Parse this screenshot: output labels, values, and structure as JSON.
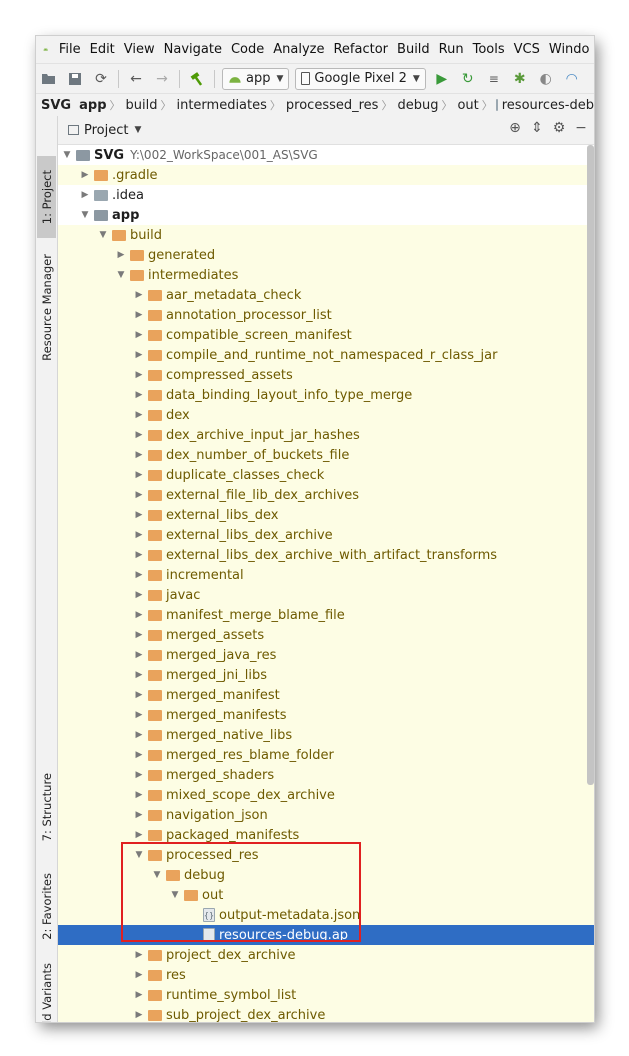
{
  "menu": [
    "File",
    "Edit",
    "View",
    "Navigate",
    "Code",
    "Analyze",
    "Refactor",
    "Build",
    "Run",
    "Tools",
    "VCS",
    "Windo"
  ],
  "toolbar": {
    "run_config": "app",
    "device": "Google Pixel 2",
    "icons": [
      "open-icon",
      "save-icon",
      "sync-icon",
      "back-icon",
      "forward-icon",
      "build-hammer-icon",
      "run-icon",
      "apply-changes-icon",
      "apply-code-changes-icon",
      "debug-icon",
      "attach-debugger-icon",
      "profile-icon"
    ]
  },
  "breadcrumb": [
    "SVG",
    "app",
    "build",
    "intermediates",
    "processed_res",
    "debug",
    "out",
    "resources-debug.ap_"
  ],
  "tool_windows": {
    "project": "1: Project",
    "resource_manager": "Resource Manager",
    "structure": "7: Structure",
    "favorites": "2: Favorites",
    "build_variants": "Build Variants"
  },
  "panel": {
    "title": "Project"
  },
  "tree": [
    {
      "name": "SVG",
      "path": "Y:\\002_WorkSpace\\001_AS\\SVG",
      "depth": 0,
      "state": "open",
      "icon": "module",
      "bg": "white",
      "bold": true
    },
    {
      "name": ".gradle",
      "depth": 1,
      "state": "closed",
      "icon": "folder-orange",
      "bg": "yellow"
    },
    {
      "name": ".idea",
      "depth": 1,
      "state": "closed",
      "icon": "folder-grey",
      "bg": "white"
    },
    {
      "name": "app",
      "depth": 1,
      "state": "open",
      "icon": "module",
      "bg": "white",
      "bold": true
    },
    {
      "name": "build",
      "depth": 2,
      "state": "open",
      "icon": "folder-orange",
      "bg": "yellow"
    },
    {
      "name": "generated",
      "depth": 3,
      "state": "closed",
      "icon": "folder-orange",
      "bg": "yellow"
    },
    {
      "name": "intermediates",
      "depth": 3,
      "state": "open",
      "icon": "folder-orange",
      "bg": "yellow"
    },
    {
      "name": "aar_metadata_check",
      "depth": 4,
      "state": "closed",
      "icon": "folder-orange",
      "bg": "yellow"
    },
    {
      "name": "annotation_processor_list",
      "depth": 4,
      "state": "closed",
      "icon": "folder-orange",
      "bg": "yellow"
    },
    {
      "name": "compatible_screen_manifest",
      "depth": 4,
      "state": "closed",
      "icon": "folder-orange",
      "bg": "yellow"
    },
    {
      "name": "compile_and_runtime_not_namespaced_r_class_jar",
      "depth": 4,
      "state": "closed",
      "icon": "folder-orange",
      "bg": "yellow"
    },
    {
      "name": "compressed_assets",
      "depth": 4,
      "state": "closed",
      "icon": "folder-orange",
      "bg": "yellow"
    },
    {
      "name": "data_binding_layout_info_type_merge",
      "depth": 4,
      "state": "closed",
      "icon": "folder-orange",
      "bg": "yellow"
    },
    {
      "name": "dex",
      "depth": 4,
      "state": "closed",
      "icon": "folder-orange",
      "bg": "yellow"
    },
    {
      "name": "dex_archive_input_jar_hashes",
      "depth": 4,
      "state": "closed",
      "icon": "folder-orange",
      "bg": "yellow"
    },
    {
      "name": "dex_number_of_buckets_file",
      "depth": 4,
      "state": "closed",
      "icon": "folder-orange",
      "bg": "yellow"
    },
    {
      "name": "duplicate_classes_check",
      "depth": 4,
      "state": "closed",
      "icon": "folder-orange",
      "bg": "yellow"
    },
    {
      "name": "external_file_lib_dex_archives",
      "depth": 4,
      "state": "closed",
      "icon": "folder-orange",
      "bg": "yellow"
    },
    {
      "name": "external_libs_dex",
      "depth": 4,
      "state": "closed",
      "icon": "folder-orange",
      "bg": "yellow"
    },
    {
      "name": "external_libs_dex_archive",
      "depth": 4,
      "state": "closed",
      "icon": "folder-orange",
      "bg": "yellow"
    },
    {
      "name": "external_libs_dex_archive_with_artifact_transforms",
      "depth": 4,
      "state": "closed",
      "icon": "folder-orange",
      "bg": "yellow"
    },
    {
      "name": "incremental",
      "depth": 4,
      "state": "closed",
      "icon": "folder-orange",
      "bg": "yellow"
    },
    {
      "name": "javac",
      "depth": 4,
      "state": "closed",
      "icon": "folder-orange",
      "bg": "yellow"
    },
    {
      "name": "manifest_merge_blame_file",
      "depth": 4,
      "state": "closed",
      "icon": "folder-orange",
      "bg": "yellow"
    },
    {
      "name": "merged_assets",
      "depth": 4,
      "state": "closed",
      "icon": "folder-orange",
      "bg": "yellow"
    },
    {
      "name": "merged_java_res",
      "depth": 4,
      "state": "closed",
      "icon": "folder-orange",
      "bg": "yellow"
    },
    {
      "name": "merged_jni_libs",
      "depth": 4,
      "state": "closed",
      "icon": "folder-orange",
      "bg": "yellow"
    },
    {
      "name": "merged_manifest",
      "depth": 4,
      "state": "closed",
      "icon": "folder-orange",
      "bg": "yellow"
    },
    {
      "name": "merged_manifests",
      "depth": 4,
      "state": "closed",
      "icon": "folder-orange",
      "bg": "yellow"
    },
    {
      "name": "merged_native_libs",
      "depth": 4,
      "state": "closed",
      "icon": "folder-orange",
      "bg": "yellow"
    },
    {
      "name": "merged_res_blame_folder",
      "depth": 4,
      "state": "closed",
      "icon": "folder-orange",
      "bg": "yellow"
    },
    {
      "name": "merged_shaders",
      "depth": 4,
      "state": "closed",
      "icon": "folder-orange",
      "bg": "yellow"
    },
    {
      "name": "mixed_scope_dex_archive",
      "depth": 4,
      "state": "closed",
      "icon": "folder-orange",
      "bg": "yellow"
    },
    {
      "name": "navigation_json",
      "depth": 4,
      "state": "closed",
      "icon": "folder-orange",
      "bg": "yellow"
    },
    {
      "name": "packaged_manifests",
      "depth": 4,
      "state": "closed",
      "icon": "folder-orange",
      "bg": "yellow"
    },
    {
      "name": "processed_res",
      "depth": 4,
      "state": "open",
      "icon": "folder-orange",
      "bg": "yellow"
    },
    {
      "name": "debug",
      "depth": 5,
      "state": "open",
      "icon": "folder-orange",
      "bg": "yellow"
    },
    {
      "name": "out",
      "depth": 6,
      "state": "open",
      "icon": "folder-orange",
      "bg": "yellow"
    },
    {
      "name": "output-metadata.json",
      "depth": 7,
      "state": "leaf",
      "icon": "file-json",
      "bg": "yellow"
    },
    {
      "name": "resources-debug.ap_",
      "depth": 7,
      "state": "leaf",
      "icon": "file",
      "bg": "selected"
    },
    {
      "name": "project_dex_archive",
      "depth": 4,
      "state": "closed",
      "icon": "folder-orange",
      "bg": "yellow"
    },
    {
      "name": "res",
      "depth": 4,
      "state": "closed",
      "icon": "folder-orange",
      "bg": "yellow"
    },
    {
      "name": "runtime_symbol_list",
      "depth": 4,
      "state": "closed",
      "icon": "folder-orange",
      "bg": "yellow"
    },
    {
      "name": "sub_project_dex_archive",
      "depth": 4,
      "state": "closed",
      "icon": "folder-orange",
      "bg": "yellow"
    }
  ],
  "colors": {
    "selection": "#2f6dc4",
    "excluded_bg": "#fdfde4",
    "folder": "#e9a35c",
    "annotation_box": "#e02020"
  }
}
